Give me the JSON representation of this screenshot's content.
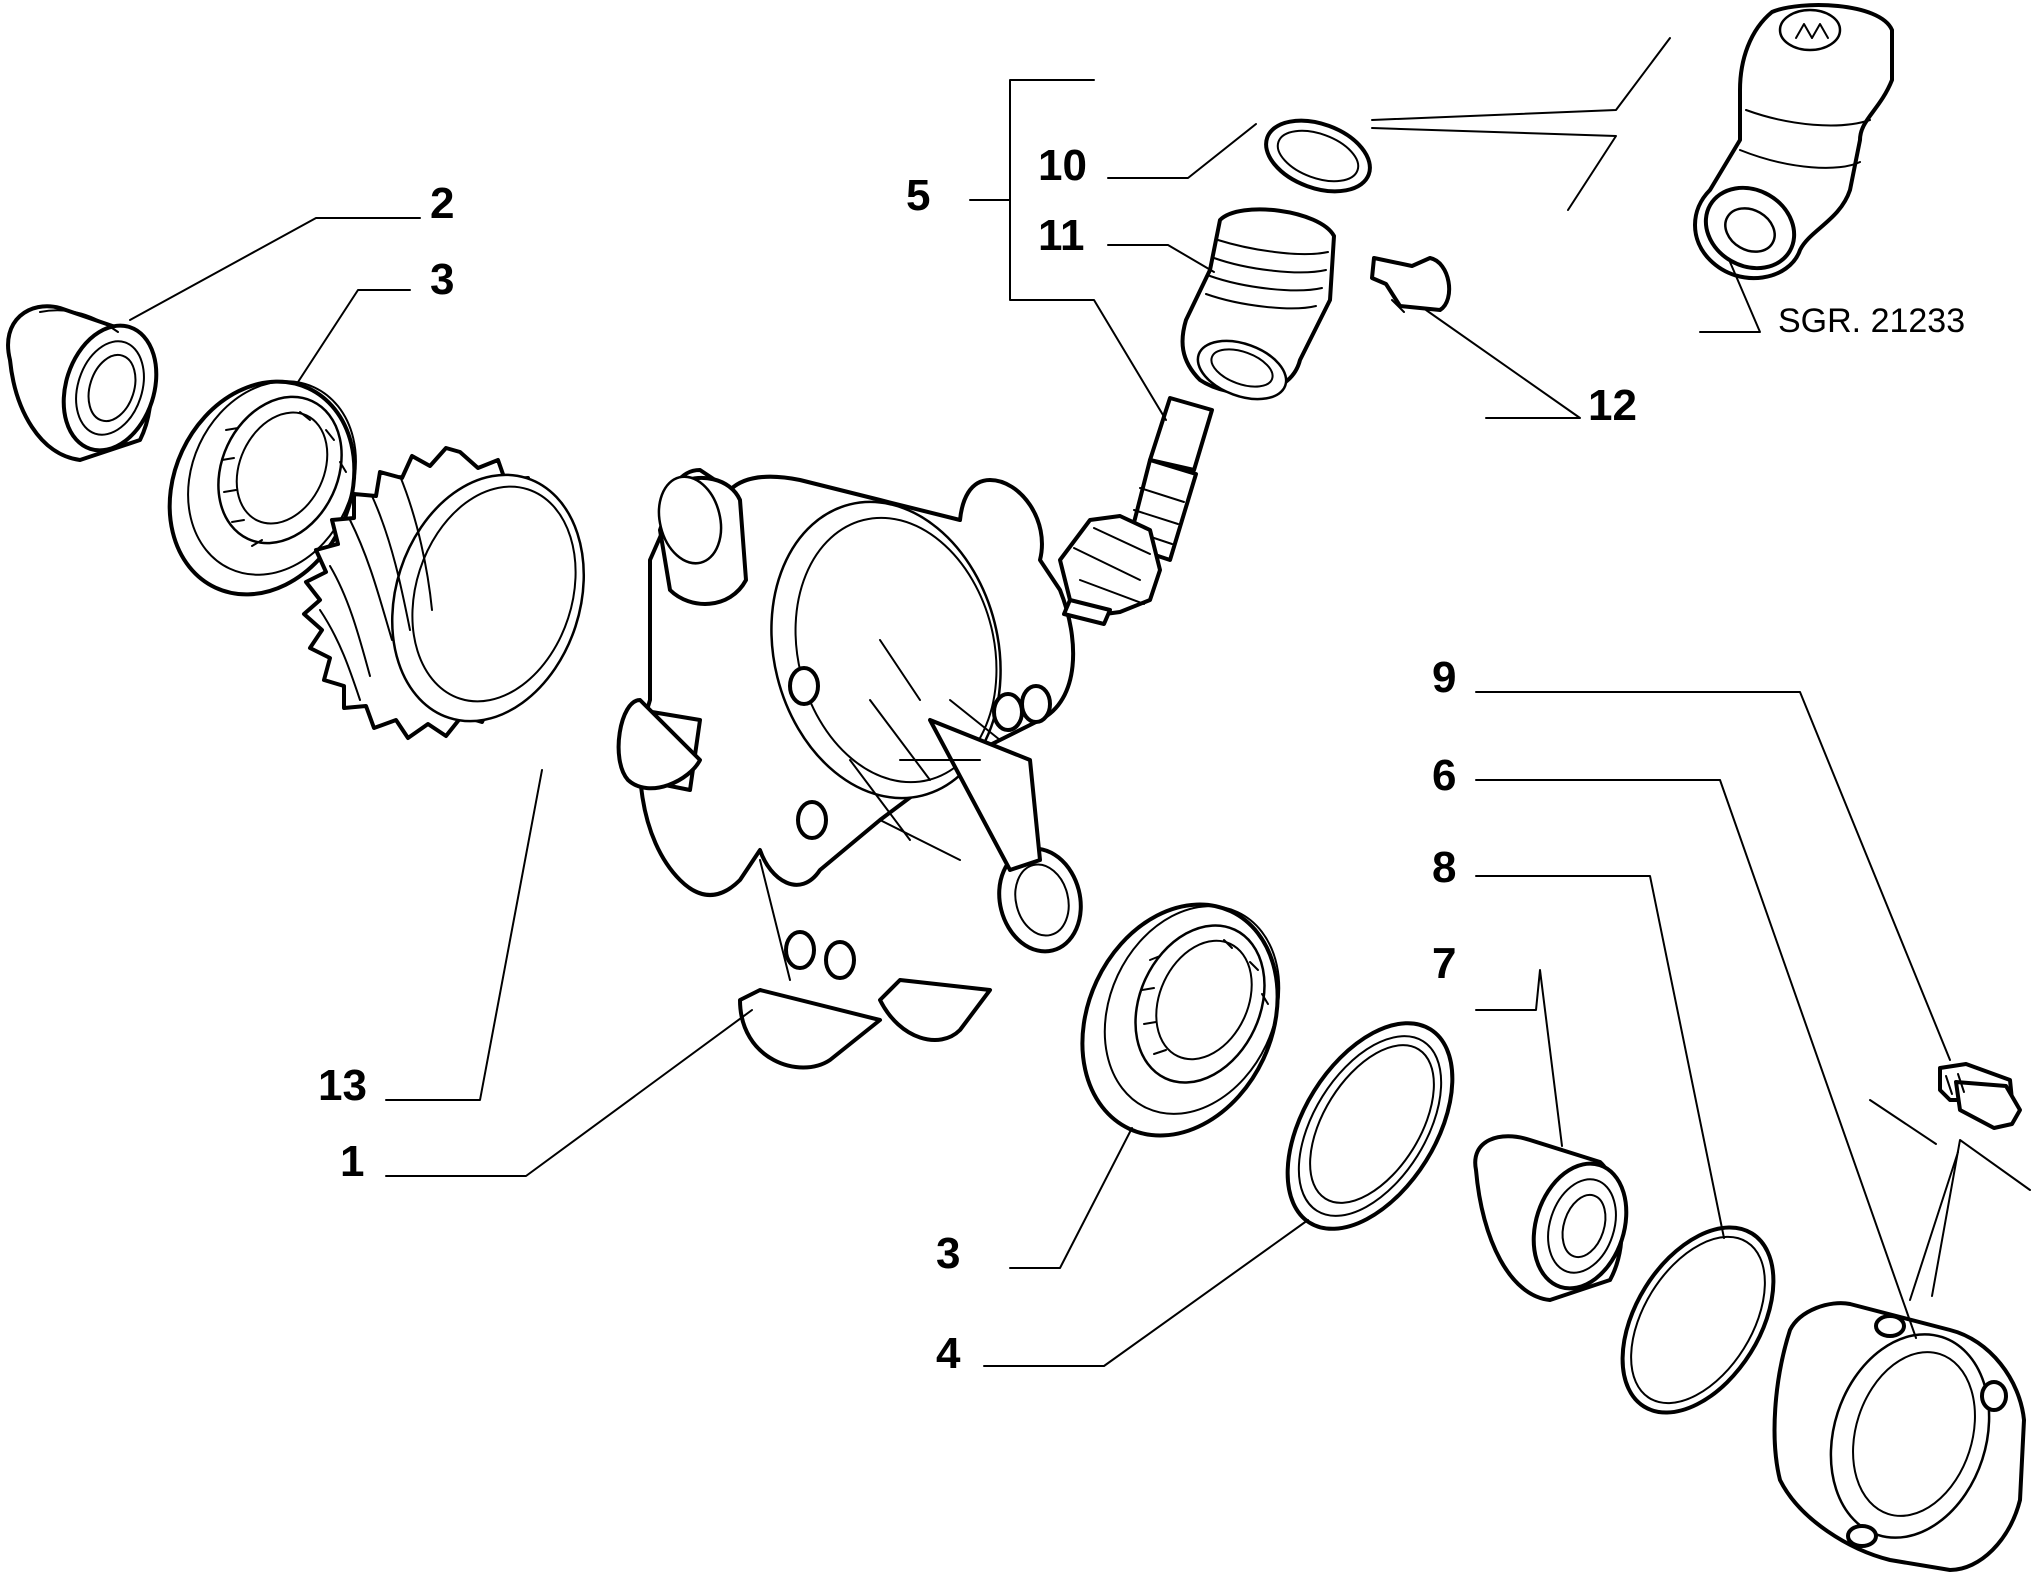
{
  "callouts": {
    "c1": "1",
    "c2": "2",
    "c3a": "3",
    "c3b": "3",
    "c4": "4",
    "c5": "5",
    "c6": "6",
    "c7": "7",
    "c8": "8",
    "c9": "9",
    "c10": "10",
    "c11": "11",
    "c12": "12",
    "c13": "13"
  },
  "reference": "SGR. 21233"
}
